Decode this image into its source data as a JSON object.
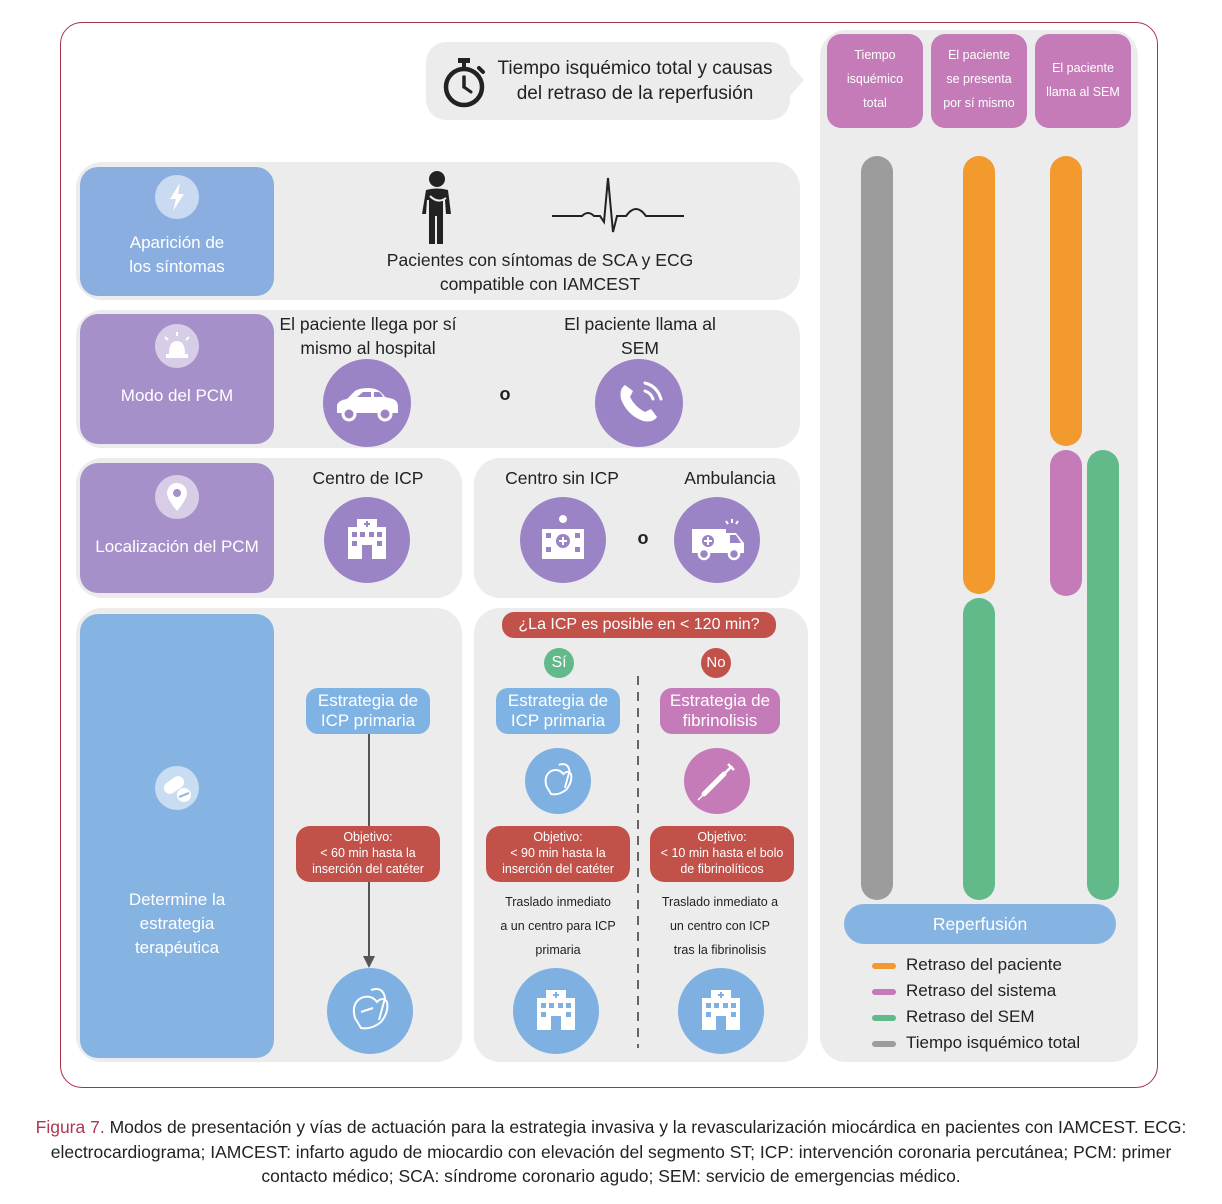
{
  "header": {
    "title_line1": "Tiempo isquémico total y causas",
    "title_line2": "del retraso de la reperfusión",
    "icon": "stopwatch-icon"
  },
  "rows": {
    "onset": {
      "label_line1": "Aparición de",
      "label_line2": "los síntomas",
      "icon": "lightning-icon",
      "desc_line1": "Pacientes con síntomas de SCA y ECG",
      "desc_line2": "compatible con IAMCEST"
    },
    "mode": {
      "label": "Modo del PCM",
      "icon": "alarm-icon",
      "opt1_line1": "El paciente llega por sí",
      "opt1_line2": "mismo al hospital",
      "or": "o",
      "opt2_line1": "El paciente llama al",
      "opt2_line2": "SEM"
    },
    "location": {
      "label": "Localización del PCM",
      "icon": "location-pin-icon",
      "opt1": "Centro de ICP",
      "opt2": "Centro sin ICP",
      "or": "o",
      "opt3": "Ambulancia"
    },
    "strategy": {
      "label_line1": "Determine la",
      "label_line2": "estrategia",
      "label_line3": "terapéutica",
      "icon": "pills-icon",
      "left": {
        "pill_line1": "Estrategia de",
        "pill_line2": "ICP primaria",
        "goal_line1": "Objetivo:",
        "goal_line2": "< 60 min hasta la",
        "goal_line3": "inserción del catéter"
      },
      "question": "¿La ICP es posible en < 120 min?",
      "yes": "Sí",
      "no": "No",
      "yes_branch": {
        "pill_line1": "Estrategia de",
        "pill_line2": "ICP primaria",
        "goal_line1": "Objetivo:",
        "goal_line2": "< 90 min hasta la",
        "goal_line3": "inserción del catéter",
        "note_line1": "Traslado inmediato",
        "note_line2": "a un centro para ICP",
        "note_line3": "primaria"
      },
      "no_branch": {
        "pill_line1": "Estrategia de",
        "pill_line2": "fibrinolisis",
        "goal_line1": "Objetivo:",
        "goal_line2": "< 10 min hasta el bolo",
        "goal_line3": "de fibrinolíticos",
        "note_line1": "Traslado inmediato a",
        "note_line2": "un centro con ICP",
        "note_line3": "tras la fibrinolisis"
      }
    }
  },
  "timeline": {
    "col1_line1": "Tiempo",
    "col1_line2": "isquémico",
    "col1_line3": "total",
    "col2_line1": "El paciente",
    "col2_line2": "se presenta",
    "col2_line3": "por sí mismo",
    "col3_line1": "El paciente",
    "col3_line2": "llama al SEM",
    "reperfusion": "Reperfusión",
    "legend": [
      {
        "label": "Retraso del paciente",
        "color": "#f29a2e"
      },
      {
        "label": "Retraso del sistema",
        "color": "#c47bb8"
      },
      {
        "label": "Retraso del SEM",
        "color": "#62b98a"
      },
      {
        "label": "Tiempo isquémico total",
        "color": "#9c9c9c"
      }
    ]
  },
  "caption": {
    "figure": "Figura 7.",
    "line1": " Modos de presentación y vías de actuación para la estrategia invasiva y la revascularización miocárdica en pacientes con IAMCEST. ECG:",
    "line2": "electrocardiograma; IAMCEST: infarto agudo de miocardio con elevación del segmento ST; ICP: intervención coronaria percutánea; PCM: primer",
    "line3": "contacto médico; SCA: síndrome coronario agudo; SEM: servicio de emergencias médico."
  }
}
